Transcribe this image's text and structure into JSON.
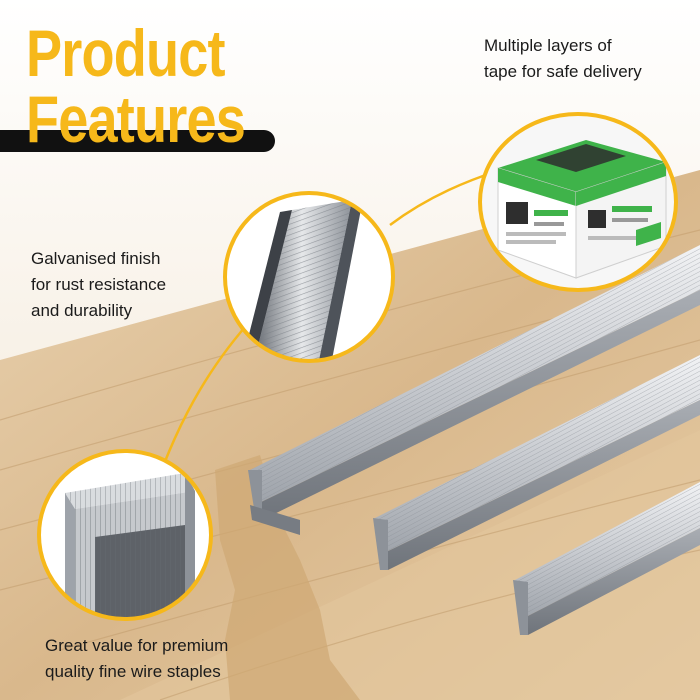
{
  "title": {
    "line1": "Product",
    "line2": "Features"
  },
  "features": [
    {
      "line1": "Multiple layers of",
      "line2": "tape for safe delivery"
    },
    {
      "line1": "Galvanised finish",
      "line2": "for rust resistance",
      "line3": "and durability"
    },
    {
      "line1": "Great value for premium",
      "line2": "quality fine wire staples"
    }
  ],
  "colors": {
    "accent": "#f6b81a",
    "bar": "#111111",
    "box_green": "#3fb34a",
    "text": "#1b1b1b"
  },
  "icons": [
    "staple-box-image",
    "staple-strip-closeup-image",
    "staple-end-closeup-image"
  ]
}
